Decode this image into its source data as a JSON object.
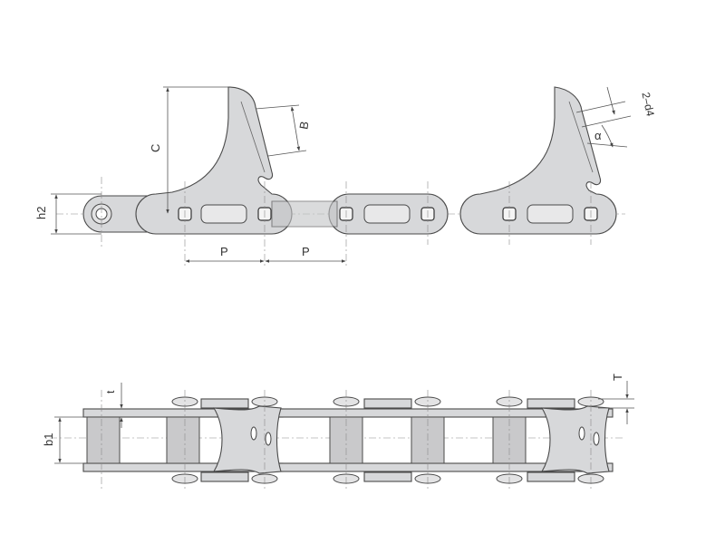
{
  "labels": {
    "h2": "h2",
    "C": "C",
    "B": "B",
    "P1": "P",
    "P2": "P",
    "d4": "2–d4",
    "alpha": "α",
    "t": "t",
    "T": "T",
    "b1": "b1"
  }
}
